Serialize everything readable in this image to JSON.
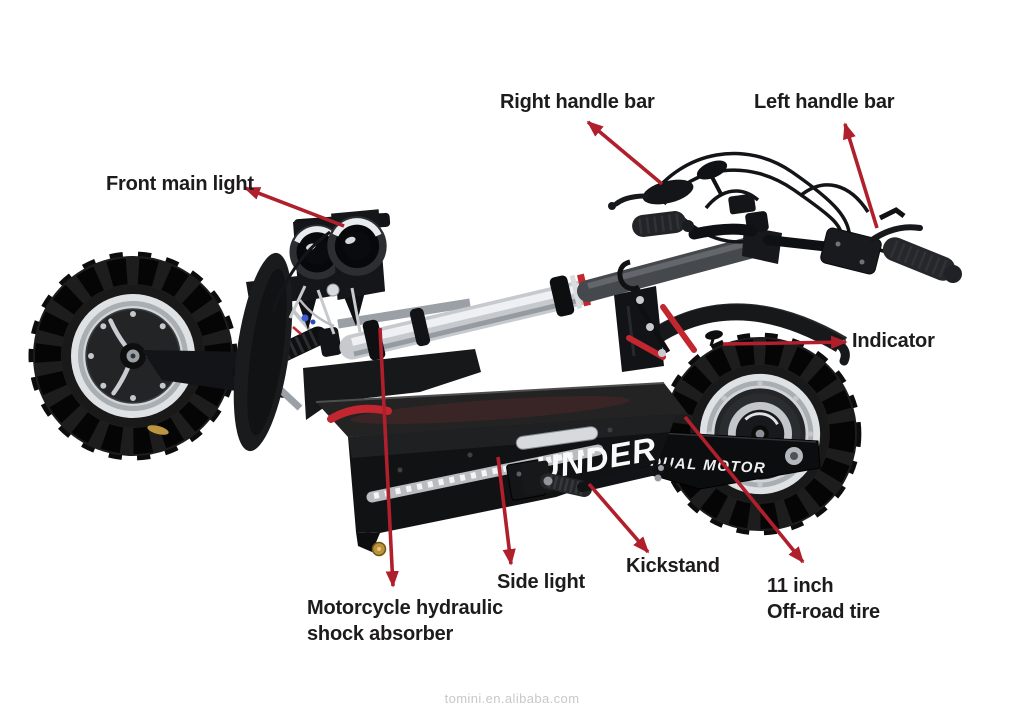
{
  "page": {
    "background": "#ffffff",
    "watermark": "tomini.en.alibaba.com"
  },
  "colors": {
    "arrow_red": "#b01f2c",
    "accent_red": "#c2262e",
    "label_text": "#1d1b1c",
    "watermark_gray": "#c8c8c8",
    "scooter_black": "#141518",
    "chrome_silver": "#c6cacf"
  },
  "branding": {
    "deck": "UNDER",
    "swingarm": "DUAL MOTOR"
  },
  "annotations": [
    {
      "id": "front-main-light",
      "label": "Front main light"
    },
    {
      "id": "right-handle-bar",
      "label": "Right handle bar"
    },
    {
      "id": "left-handle-bar",
      "label": "Left handle bar"
    },
    {
      "id": "indicator",
      "label": "Indicator"
    },
    {
      "id": "side-light",
      "label": "Side light"
    },
    {
      "id": "kickstand",
      "label": "Kickstand"
    },
    {
      "id": "off-road-tire",
      "label": "11 inch\nOff-road tire"
    },
    {
      "id": "shock-absorber",
      "label": "Motorcycle hydraulic\nshock absorber"
    }
  ]
}
